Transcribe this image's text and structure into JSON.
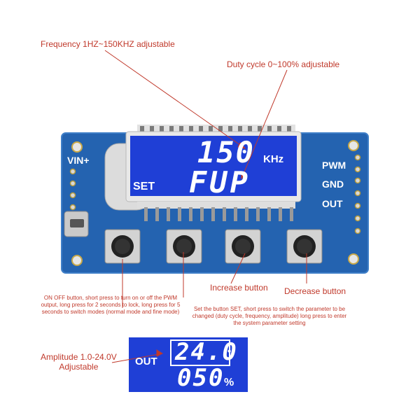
{
  "annotations": {
    "frequency": "Frequency 1HZ~150KHZ adjustable",
    "duty": "Duty cycle 0~100% adjustable",
    "increase": "Increase button",
    "decrease": "Decrease button",
    "onoff": "ON OFF button, short press to turn on or off the PWM output, long press for 2 seconds to lock, long press for 5 seconds to switch modes (normal mode and fine mode)",
    "set": "Set the button SET, short press to switch the parameter to be changed (duty cycle, frequency, amplitude) long press to enter the system parameter setting",
    "amplitude_line1": "Amplitude 1.0-24.0V",
    "amplitude_line2": "Adjustable"
  },
  "board": {
    "vin_label": "VIN+",
    "pwm_label": "PWM",
    "gnd_label": "GND",
    "out_label": "OUT"
  },
  "lcd_main": {
    "value": "150",
    "unit": "KHz",
    "mode_text": "FUP",
    "set_label": "SET"
  },
  "lcd_small": {
    "out_label": "OUT",
    "voltage": "24.0",
    "percent_value": "050",
    "percent_sign": "%"
  },
  "colors": {
    "pcb": "#2463b0",
    "lcd": "#1f3fd6",
    "annotation": "#c0392b"
  }
}
